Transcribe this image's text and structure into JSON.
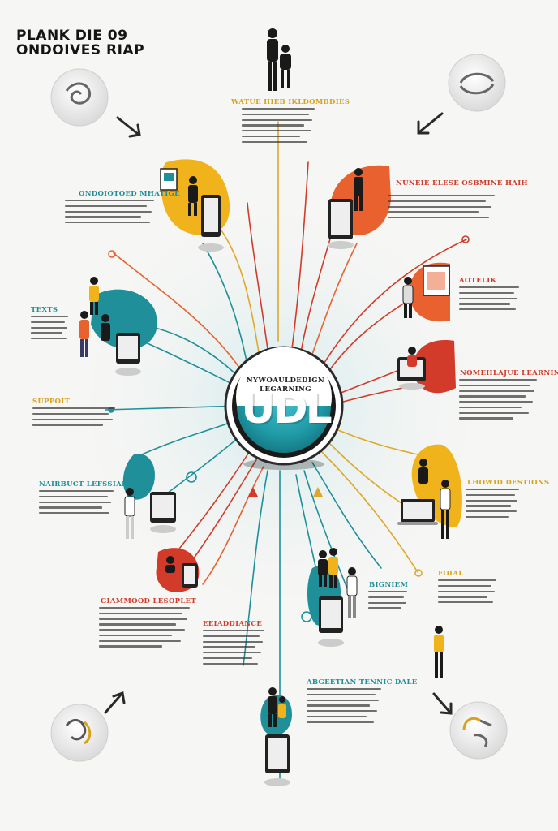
{
  "title": {
    "line1": "PLANK DIE 09",
    "line2": "ONDOIVES RIAP"
  },
  "hub": {
    "label_line1": "NYWOAULDEDIGN",
    "label_line2": "LEGARNING",
    "title": "UDL"
  },
  "sections": [
    {
      "id": "top-center",
      "heading": "WATUE HIEB IKLDOMBDIES",
      "color": "#d9a21b",
      "lines": 7
    },
    {
      "id": "left-1",
      "heading": "ONDOIOTOED MHATIGE",
      "color": "#1f8f9a",
      "lines": 5
    },
    {
      "id": "right-1",
      "heading": "NUNEIE ELESE OSBMINE HAIH",
      "color": "#d23b2a",
      "lines": 5
    },
    {
      "id": "left-2",
      "heading": "TEXTS",
      "color": "#1f8f9a",
      "lines": 5
    },
    {
      "id": "right-2",
      "heading": "AOTELIK",
      "color": "#d23b2a",
      "lines": 5
    },
    {
      "id": "left-3",
      "heading": "SUPPOIT",
      "color": "#d9a21b",
      "lines": 4
    },
    {
      "id": "right-3",
      "heading": "NOMEIILAJUE LEARNING",
      "color": "#d23b2a",
      "lines": 8
    },
    {
      "id": "left-4",
      "heading": "NAIRBUCT LEFSSIALE",
      "color": "#1f8f9a",
      "lines": 5
    },
    {
      "id": "right-4",
      "heading": "LHOWID DESTIONS",
      "color": "#d9a21b",
      "lines": 6
    },
    {
      "id": "right-5",
      "heading": "FOIAL",
      "color": "#d9a21b",
      "lines": 5
    },
    {
      "id": "left-5",
      "heading": "GIAMMOOD LESOPLET",
      "color": "#d23b2a",
      "lines": 8
    },
    {
      "id": "center-1",
      "heading": "BIGNIEM",
      "color": "#1f8f9a",
      "lines": 4
    },
    {
      "id": "center-2",
      "heading": "EEIADDIANCE",
      "color": "#d23b2a",
      "lines": 7
    },
    {
      "id": "bottom",
      "heading": "ABGEETIAN TENNIC DALE",
      "color": "#1f8f9a",
      "lines": 7
    }
  ],
  "corner_icons": [
    {
      "id": "tl",
      "icon": "scroll-knot-icon"
    },
    {
      "id": "tr",
      "icon": "chain-link-icon"
    },
    {
      "id": "bl",
      "icon": "scroll-knot-icon"
    },
    {
      "id": "br",
      "icon": "swirl-arrow-icon"
    }
  ],
  "palette": {
    "teal": "#1f8f9a",
    "red": "#d23b2a",
    "orange": "#e8612f",
    "gold": "#d9a21b",
    "dark": "#1a1a1a",
    "background": "#f6f6f4"
  }
}
